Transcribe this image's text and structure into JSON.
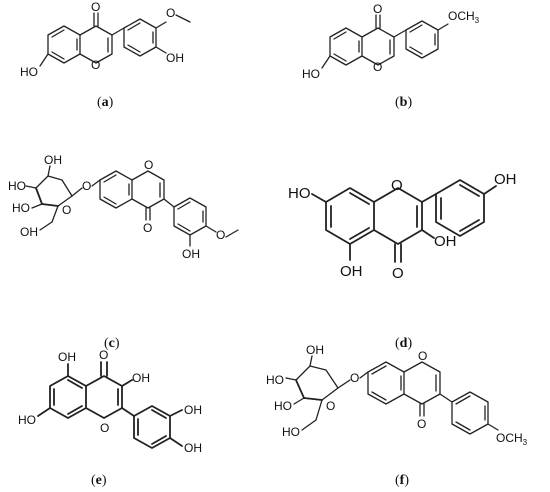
{
  "panels": [
    {
      "id": "a",
      "open": "(",
      "letter": "a",
      "close": ")",
      "atoms": {
        "o_ketone": "O",
        "o_methoxy": "O",
        "oh_ring": "OH",
        "oh_a7": "HO",
        "o_ring": "O"
      }
    },
    {
      "id": "b",
      "open": "(",
      "letter": "b",
      "close": ")",
      "atoms": {
        "o_ketone": "O",
        "och3": "OCH",
        "och3_sub": "3",
        "oh_a7": "HO",
        "o_ring": "O"
      }
    },
    {
      "id": "c",
      "open": "(",
      "letter": "c",
      "close": ")",
      "atoms": {
        "ho1": "HO",
        "oh1": "OH",
        "ho2": "HO",
        "o_sugar": "O",
        "o_glyc": "O",
        "oh_ch2": "OH",
        "o_ring": "O",
        "o_ketone": "O",
        "o_methoxy": "O",
        "oh_ring": "OH"
      }
    },
    {
      "id": "d",
      "open": "(",
      "letter": "d",
      "close": ")",
      "atoms": {
        "ho7": "HO",
        "o_ring": "O",
        "oh4p": "OH",
        "oh3": "OH",
        "oh5": "OH",
        "o_ketone": "O"
      }
    },
    {
      "id": "e",
      "open": "(",
      "letter": "e",
      "close": ")",
      "atoms": {
        "oh5": "OH",
        "o_ketone": "O",
        "oh3": "OH",
        "ho7": "HO",
        "o_ring": "O",
        "oh3p": "OH",
        "oh4p": "OH"
      }
    },
    {
      "id": "f",
      "open": "(",
      "letter": "f",
      "close": ")",
      "atoms": {
        "ho1": "HO",
        "oh1": "OH",
        "ho2": "HO",
        "o_sugar": "O",
        "o_glyc": "O",
        "oh_ch2": "HO",
        "o_ring": "O",
        "o_ketone": "O",
        "och3": "OCH",
        "och3_sub": "3"
      }
    }
  ]
}
